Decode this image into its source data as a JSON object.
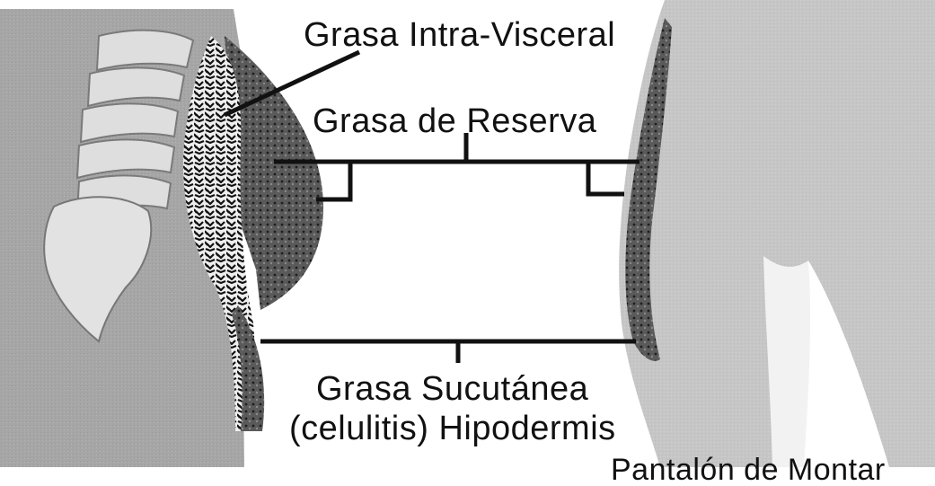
{
  "labels": {
    "intra_visceral": "Grasa Intra-Visceral",
    "reserva": "Grasa de Reserva",
    "subcutanea_line1": "Grasa Sucutánea",
    "subcutanea_line2": "(celulitis) Hipodermis",
    "pantalon": "Pantalón de Montar"
  },
  "colors": {
    "background": "#ffffff",
    "body_grey": "#a9a9a9",
    "spine_light": "#dcdcdc",
    "fat_dark": "#444444",
    "line": "#111111"
  }
}
